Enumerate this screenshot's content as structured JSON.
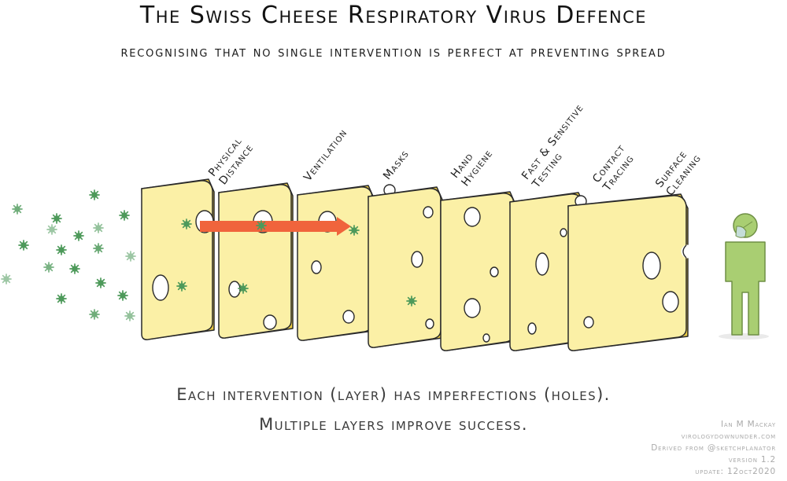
{
  "title": "The Swiss Cheese Respiratory Virus Defence",
  "subtitle": "recognising that no single intervention is perfect at preventing spread",
  "layers": [
    {
      "label": "Physical\nDistance"
    },
    {
      "label": "Ventilation"
    },
    {
      "label": "Masks"
    },
    {
      "label": "Hand\nHygiene"
    },
    {
      "label": "Fast & Sensitive\nTesting"
    },
    {
      "label": "Contact\nTracing"
    },
    {
      "label": "Surface\nCleaning"
    }
  ],
  "caption": {
    "line1": "Each intervention (layer) has imperfections (holes).",
    "line2": "Multiple layers improve success."
  },
  "credits": {
    "author": "Ian M Mackay",
    "site": "virologydownunder.com",
    "derived": "Derived from @sketchplanator",
    "version": "version 1.2",
    "update": "update: 12oct2020"
  },
  "colors": {
    "cheese_face": "#fbf0a6",
    "cheese_edge": "#eacb45",
    "cheese_outline": "#2a2a2a",
    "virus": "#4e9a5b",
    "arrow": "#f0643c",
    "person": "#a9ce72",
    "person_outline": "#6f8f45",
    "mask": "#c5ddd9"
  },
  "icons": [
    "virus-particle-icon",
    "person-icon",
    "face-mask-icon",
    "arrow-icon"
  ]
}
